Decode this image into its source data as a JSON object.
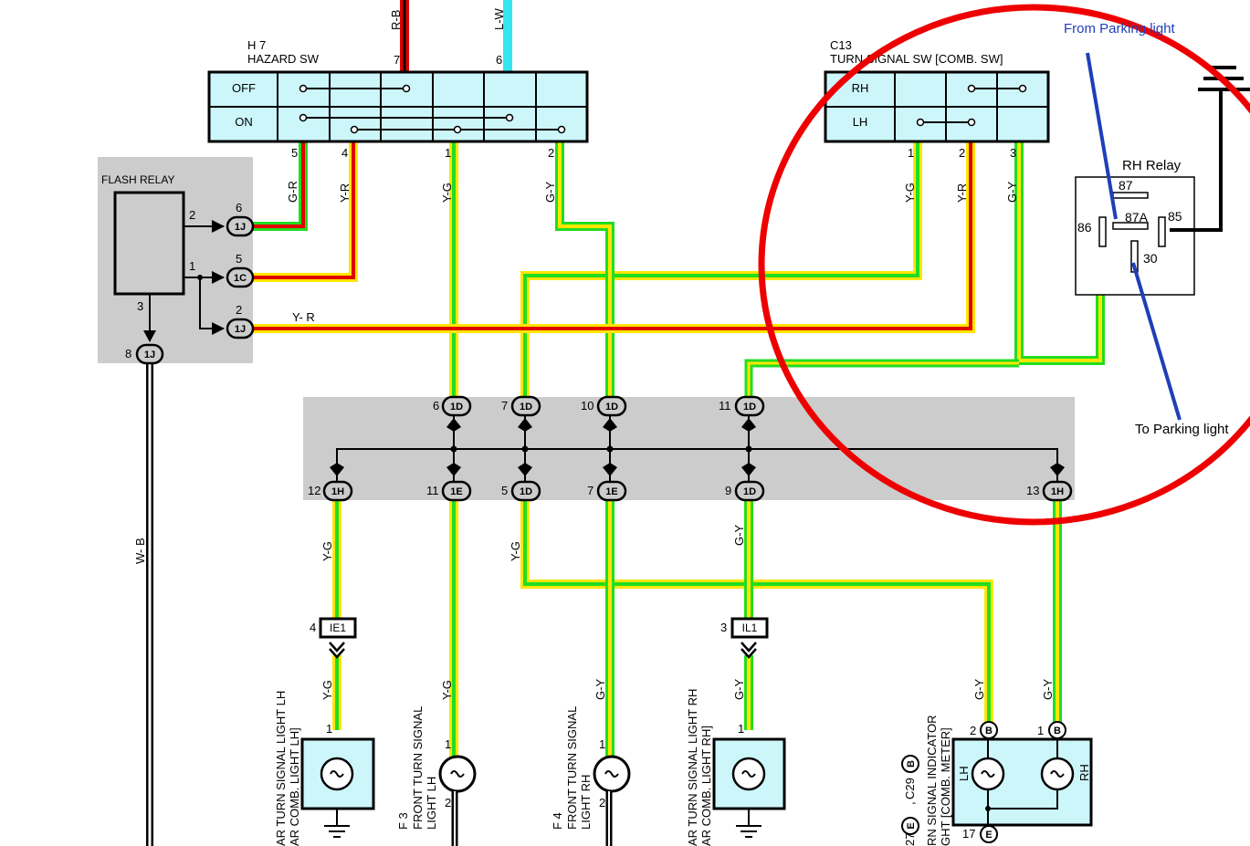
{
  "colors": {
    "yellow": "#ffe600",
    "green": "#22dd22",
    "red": "#e00000",
    "cyan": "#33e6f0",
    "black": "#000000",
    "box_fill": "#ccf6fa",
    "gray_block": "#cccccc",
    "circle_red": "#ee0000",
    "annotation_blue": "#1f3fb8"
  },
  "hazard_sw": {
    "code": "H 7",
    "name": "HAZARD SW",
    "rows": [
      "OFF",
      "ON"
    ],
    "top_pins": [
      "7",
      "6"
    ],
    "top_wires": [
      "R-B",
      "L-W"
    ],
    "bottom_pins": [
      "5",
      "4",
      "1",
      "2"
    ],
    "bottom_wires": [
      "G-R",
      "Y-R",
      "Y-G",
      "G-Y"
    ]
  },
  "turn_sw": {
    "code": "C13",
    "name": "TURN SIGNAL SW [COMB.  SW]",
    "rows": [
      "RH",
      "LH"
    ],
    "pins": [
      "1",
      "2",
      "3"
    ],
    "wires": [
      "Y-G",
      "Y-R",
      "G-Y"
    ]
  },
  "flash_relay": {
    "name": "FLASH RELAY",
    "pins": [
      "2",
      "1",
      "3"
    ],
    "connectors": [
      {
        "pin": "6",
        "label": "1J"
      },
      {
        "pin": "5",
        "label": "1C"
      },
      {
        "pin": "2",
        "label": "1J"
      },
      {
        "pin": "8",
        "label": "1J"
      }
    ],
    "wire_yr": "Y- R",
    "wire_wb": "W- B"
  },
  "junction": {
    "top": [
      {
        "pin": "6",
        "label": "1D"
      },
      {
        "pin": "7",
        "label": "1D"
      },
      {
        "pin": "10",
        "label": "1D"
      },
      {
        "pin": "11",
        "label": "1D"
      }
    ],
    "bottom": [
      {
        "pin": "12",
        "label": "1H"
      },
      {
        "pin": "11",
        "label": "1E"
      },
      {
        "pin": "5",
        "label": "1D"
      },
      {
        "pin": "7",
        "label": "1E"
      },
      {
        "pin": "9",
        "label": "1D"
      },
      {
        "pin": "13",
        "label": "1H"
      }
    ]
  },
  "lower_wires": [
    "Y-G",
    "Y-G",
    "G-Y",
    "Y-G",
    "G-Y",
    "G-Y",
    "Y-G",
    "G-Y",
    "G-Y"
  ],
  "splices": [
    {
      "pin": "4",
      "label": "IE1"
    },
    {
      "pin": "3",
      "label": "IL1"
    }
  ],
  "lamps": {
    "rear_lh": {
      "pins": [
        "1"
      ],
      "line1": "AR TURN SIGNAL LIGHT LH",
      "line2": "AR COMB.  LIGHT LH]"
    },
    "front_lh": {
      "code": "F 3",
      "pins": [
        "1",
        "2"
      ],
      "line1": "FRONT TURN SIGNAL",
      "line2": "LIGHT LH"
    },
    "front_rh": {
      "code": "F 4",
      "pins": [
        "1",
        "2"
      ],
      "line1": "FRONT TURN SIGNAL",
      "line2": "LIGHT RH"
    },
    "rear_rh": {
      "pins": [
        "1"
      ],
      "line1": "AR TURN SIGNAL LIGHT RH",
      "line2": "AR COMB.  LIGHT RH]"
    }
  },
  "indicator": {
    "code": "C29",
    "conn_b": "B",
    "conn_e": "E",
    "line1": "RN SIGNAL INDICATOR",
    "line2": "GHT [COMB.  METER]",
    "lamp_lh": "LH",
    "lamp_rh": "RH",
    "pins": [
      "2",
      "1",
      "17",
      "27"
    ]
  },
  "rh_relay": {
    "title": "RH Relay",
    "pins": [
      "87",
      "87A",
      "85",
      "86",
      "30"
    ]
  },
  "annotations": {
    "from": "From Parking light",
    "to": "To Parking light"
  }
}
